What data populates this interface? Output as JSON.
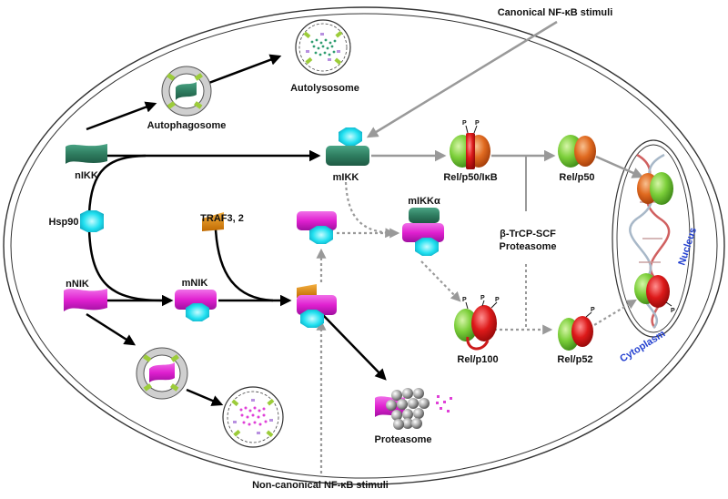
{
  "stimuli": {
    "canonical": "Canonical NF-κB stimuli",
    "noncanonical": "Non-canonical NF-κB stimuli"
  },
  "labels": {
    "autophagosome": "Autophagosome",
    "autolysosome": "Autolysosome",
    "nIKK": "nIKK",
    "mIKK": "mIKK",
    "hsp90": "Hsp90",
    "nNIK": "nNIK",
    "mNIK": "mNIK",
    "traf": "TRAF3, 2",
    "mIKKa": "mIKKα",
    "relp50ikb": "Rel/p50/IκB",
    "relp50": "Rel/p50",
    "btrcp": "β-TrCP-SCF",
    "proteasome_label": "Proteasome",
    "relp100": "Rel/p100",
    "relp52": "Rel/p52",
    "proteasome": "Proteasome",
    "nucleus": "Nucleus",
    "cytoplasm": "Cytoplasm",
    "p": "P"
  },
  "colors": {
    "ikk_green": "#2f7d60",
    "nik_magenta": "#e020d0",
    "hsp90_cyan": "#20e0f0",
    "traf_orange": "#e08a10",
    "rel_green": "#7ccf3a",
    "p50_orange": "#e06a20",
    "p100_red": "#dd1a1a",
    "arrow_gray": "#999999",
    "text_blue": "#2340d0"
  }
}
